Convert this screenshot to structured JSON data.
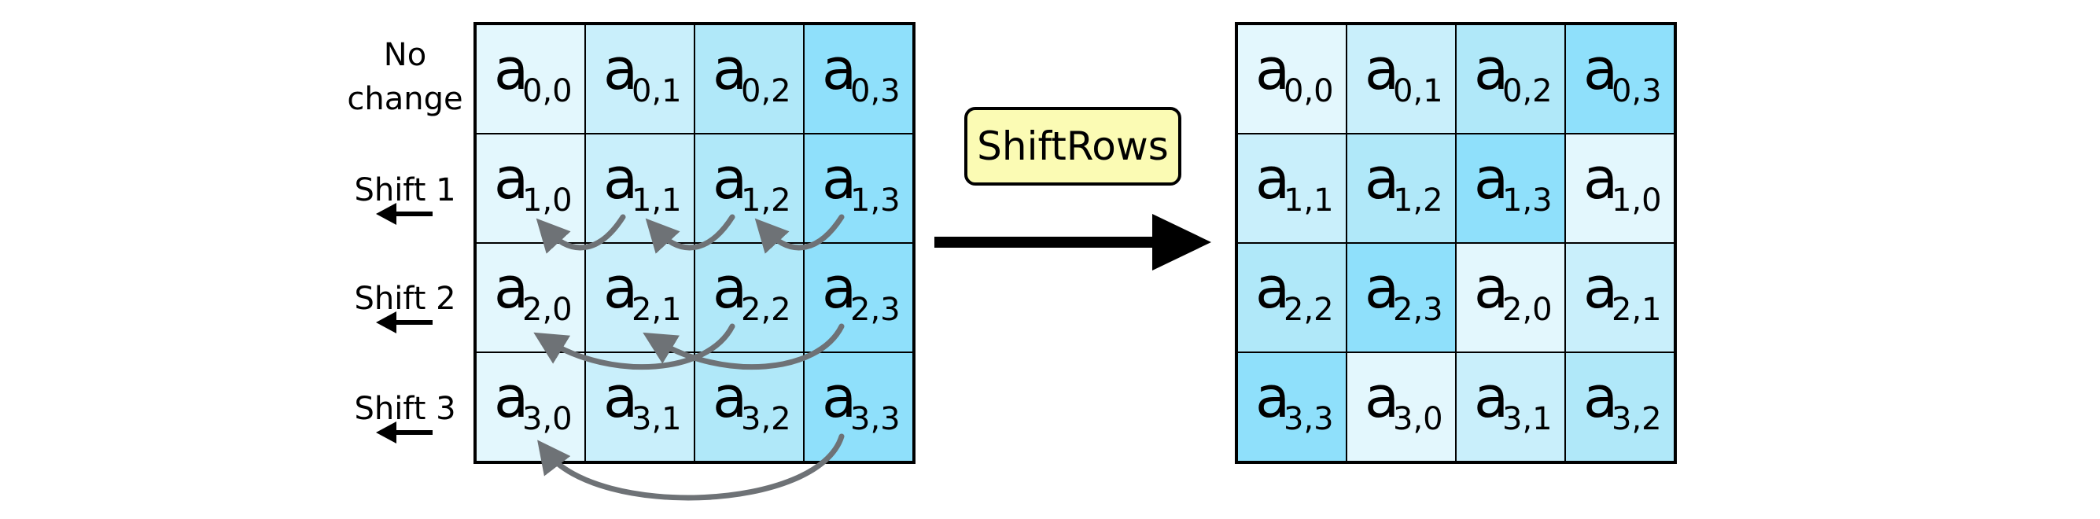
{
  "operation_label": "ShiftRows",
  "row_labels": [
    "No change",
    "Shift 1",
    "Shift 2",
    "Shift 3"
  ],
  "input_matrix": [
    [
      {
        "b": "a",
        "s": "0,0"
      },
      {
        "b": "a",
        "s": "0,1"
      },
      {
        "b": "a",
        "s": "0,2"
      },
      {
        "b": "a",
        "s": "0,3"
      }
    ],
    [
      {
        "b": "a",
        "s": "1,0"
      },
      {
        "b": "a",
        "s": "1,1"
      },
      {
        "b": "a",
        "s": "1,2"
      },
      {
        "b": "a",
        "s": "1,3"
      }
    ],
    [
      {
        "b": "a",
        "s": "2,0"
      },
      {
        "b": "a",
        "s": "2,1"
      },
      {
        "b": "a",
        "s": "2,2"
      },
      {
        "b": "a",
        "s": "2,3"
      }
    ],
    [
      {
        "b": "a",
        "s": "3,0"
      },
      {
        "b": "a",
        "s": "3,1"
      },
      {
        "b": "a",
        "s": "3,2"
      },
      {
        "b": "a",
        "s": "3,3"
      }
    ]
  ],
  "output_matrix": [
    [
      {
        "b": "a",
        "s": "0,0"
      },
      {
        "b": "a",
        "s": "0,1"
      },
      {
        "b": "a",
        "s": "0,2"
      },
      {
        "b": "a",
        "s": "0,3"
      }
    ],
    [
      {
        "b": "a",
        "s": "1,1"
      },
      {
        "b": "a",
        "s": "1,2"
      },
      {
        "b": "a",
        "s": "1,3"
      },
      {
        "b": "a",
        "s": "1,0"
      }
    ],
    [
      {
        "b": "a",
        "s": "2,2"
      },
      {
        "b": "a",
        "s": "2,3"
      },
      {
        "b": "a",
        "s": "2,0"
      },
      {
        "b": "a",
        "s": "2,1"
      }
    ],
    [
      {
        "b": "a",
        "s": "3,3"
      },
      {
        "b": "a",
        "s": "3,0"
      },
      {
        "b": "a",
        "s": "3,1"
      },
      {
        "b": "a",
        "s": "3,2"
      }
    ]
  ],
  "colors": {
    "shade_col0": "#e3f7fd",
    "shade_col1": "#c9effb",
    "shade_col2": "#b0e8f9",
    "shade_col3": "#8fe0fb",
    "curve_arrow": "#6e7276",
    "op_box_fill": "#fbfbb4"
  },
  "icons": {
    "shift_indicator": "left-arrow-icon",
    "transform_arrow": "right-arrow-icon",
    "wrap_arrows": "curved-arrow-icon"
  }
}
